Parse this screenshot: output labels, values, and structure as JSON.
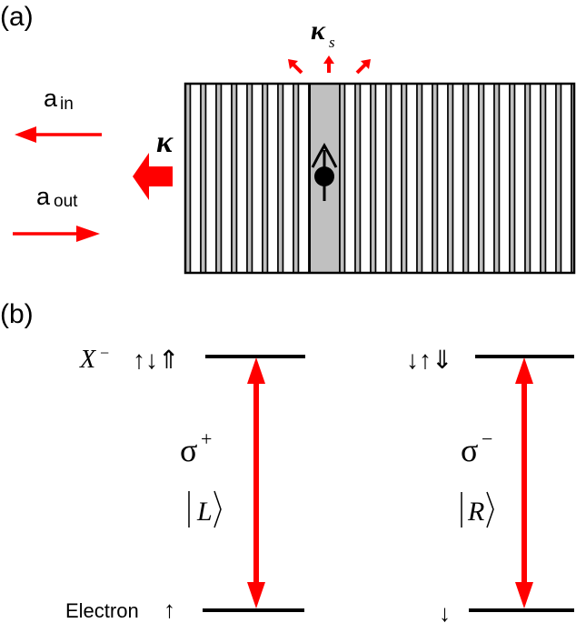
{
  "panel_a": {
    "label": "(a)",
    "input_field": {
      "symbol": "a",
      "subscript": "in"
    },
    "output_field": {
      "symbol": "a",
      "subscript": "out"
    },
    "cavity_loss": {
      "symbol": "κ"
    },
    "side_loss": {
      "symbol": "κ",
      "subscript": "s"
    },
    "colors": {
      "arrow": "#ff0000",
      "stripe_gray": "#c0c0c0",
      "stripe_white": "#ffffff",
      "outline": "#000000"
    }
  },
  "panel_b": {
    "label": "(b)",
    "left": {
      "upper_label": "X",
      "upper_superscript": "−",
      "upper_spins": "↑↓⇑",
      "polarization": "σ",
      "polarization_sign": "+",
      "state": "|L⟩",
      "state_letter": "L",
      "lower_label": "Electron",
      "lower_spin": "↑"
    },
    "right": {
      "upper_spins": "↓↑⇓",
      "polarization": "σ",
      "polarization_sign": "−",
      "state": "|R⟩",
      "state_letter": "R",
      "lower_spin": "↓"
    },
    "colors": {
      "transition_arrow": "#ff0000",
      "level": "#000000"
    }
  }
}
